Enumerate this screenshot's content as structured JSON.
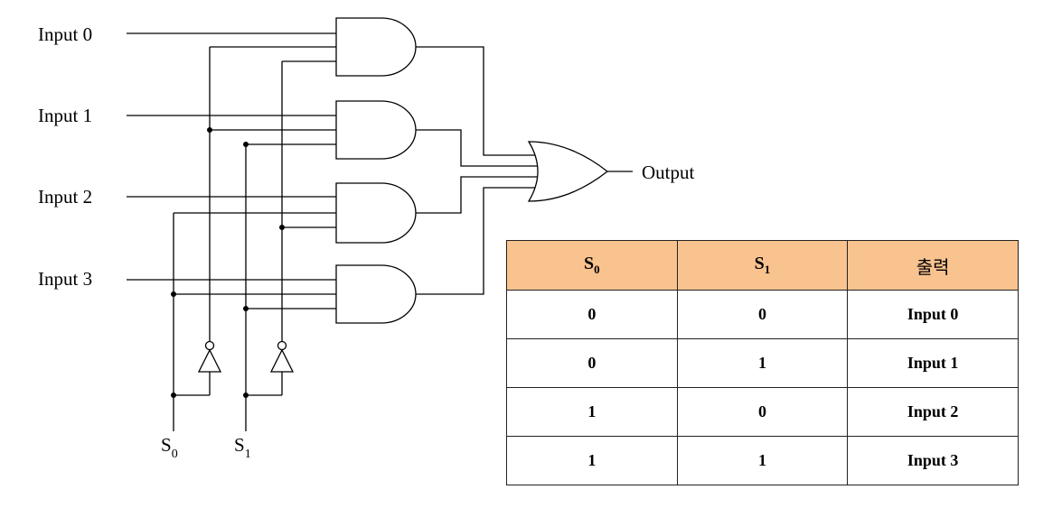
{
  "circuit": {
    "inputs": [
      "Input 0",
      "Input 1",
      "Input 2",
      "Input 3"
    ],
    "output": "Output",
    "selectors": [
      {
        "base": "S",
        "sub": "0"
      },
      {
        "base": "S",
        "sub": "1"
      }
    ]
  },
  "truth_table": {
    "headers": [
      {
        "base": "S",
        "sub": "0"
      },
      {
        "base": "S",
        "sub": "1"
      },
      {
        "base": "출력",
        "sub": ""
      }
    ],
    "rows": [
      [
        "0",
        "0",
        "Input 0"
      ],
      [
        "0",
        "1",
        "Input 1"
      ],
      [
        "1",
        "0",
        "Input 2"
      ],
      [
        "1",
        "1",
        "Input 3"
      ]
    ]
  }
}
